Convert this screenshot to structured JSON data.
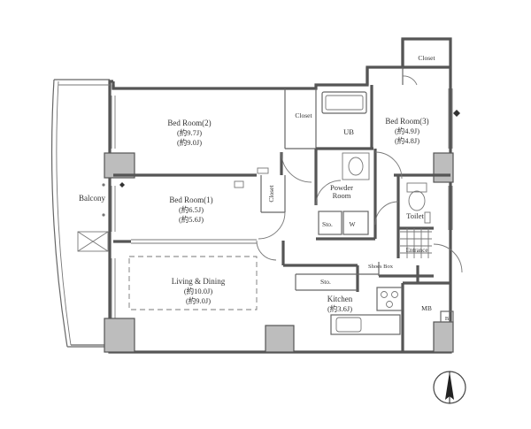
{
  "rooms": {
    "bed2": {
      "name": "Bed Room(2)",
      "size_a": "(約9.7J)",
      "size_b": "(約9.0J)"
    },
    "bed3": {
      "name": "Bed Room(3)",
      "size_a": "(約4.9J)",
      "size_b": "(約4.8J)"
    },
    "bed1": {
      "name": "Bed Room(1)",
      "size_a": "(約6.5J)",
      "size_b": "(約5.6J)"
    },
    "living": {
      "name": "Living & Dining",
      "size_a": "(約10.0J)",
      "size_b": "(約9.0J)"
    },
    "kitchen": {
      "name": "Kitchen",
      "size_a": "(約3.6J)"
    },
    "powder": {
      "line1": "Powder",
      "line2": "Room"
    }
  },
  "labels": {
    "balcony": "Balcony",
    "closet_top": "Closet",
    "closet_bed2": "Closet",
    "closet_bed1": "Closet",
    "ub": "UB",
    "sto_powder": "Sto.",
    "washer": "W",
    "toilet": "Toilet",
    "entrance": "Entrance",
    "shoes_box": "Shoes Box",
    "sto_kitchen": "Sto.",
    "mb": "MB",
    "b": "B"
  },
  "compass": {
    "icon": "north-arrow-icon"
  },
  "colors": {
    "wall": "#555555",
    "column": "#bdbdbd",
    "text": "#333333"
  }
}
